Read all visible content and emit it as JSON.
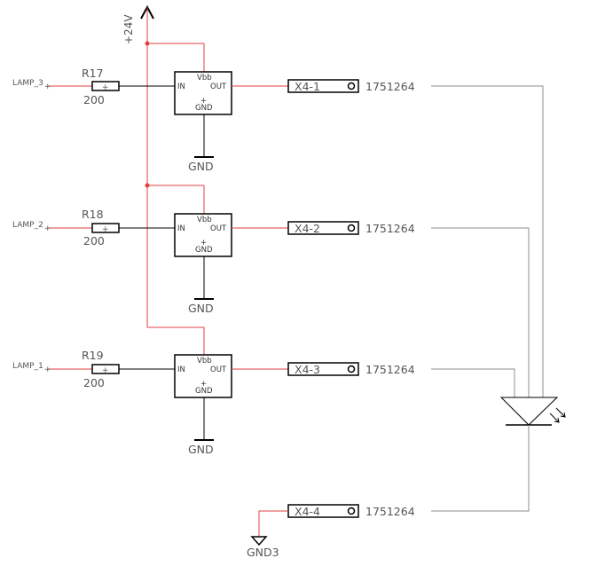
{
  "colors": {
    "wire_power": "#e04040",
    "wire_signal": "#8c8c8c",
    "body": "#000000",
    "text": "#555555"
  },
  "power": {
    "label": "+24V",
    "symbol": "arrow-up-icon"
  },
  "ground_symbol": {
    "label": "GND3",
    "symbol": "ground-triangle-icon"
  },
  "channels": [
    {
      "net": "LAMP_3",
      "resistor": {
        "ref": "R17",
        "value": "200"
      },
      "driver": {
        "vbb": "Vbb",
        "in": "IN",
        "out": "OUT",
        "gnd_pin": "GND",
        "gnd_label": "GND"
      },
      "connector": {
        "pin": "X4-1",
        "part": "1751264"
      }
    },
    {
      "net": "LAMP_2",
      "resistor": {
        "ref": "R18",
        "value": "200"
      },
      "driver": {
        "vbb": "Vbb",
        "in": "IN",
        "out": "OUT",
        "gnd_pin": "GND",
        "gnd_label": "GND"
      },
      "connector": {
        "pin": "X4-2",
        "part": "1751264"
      }
    },
    {
      "net": "LAMP_1",
      "resistor": {
        "ref": "R19",
        "value": "200"
      },
      "driver": {
        "vbb": "Vbb",
        "in": "IN",
        "out": "OUT",
        "gnd_pin": "GND",
        "gnd_label": "GND"
      },
      "connector": {
        "pin": "X4-3",
        "part": "1751264"
      }
    }
  ],
  "ground_connector": {
    "pin": "X4-4",
    "part": "1751264"
  },
  "led": {
    "symbol": "led-icon"
  }
}
